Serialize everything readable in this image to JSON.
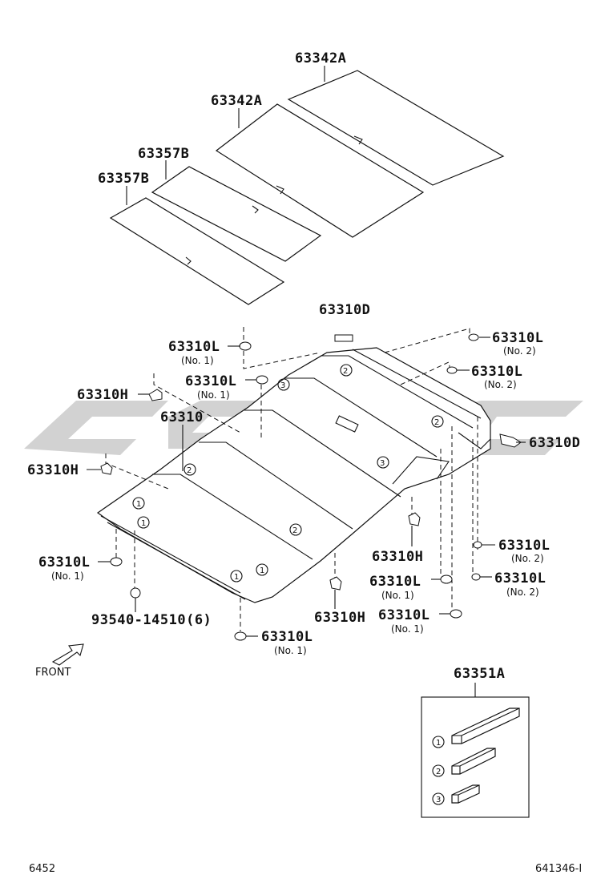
{
  "parts": {
    "silencer_a1": "63342A",
    "silencer_a2": "63342A",
    "silencer_b1": "63357B",
    "silencer_b2": "63357B",
    "headliner": "63310",
    "holder_d_top": "63310D",
    "holder_d_right": "63310D",
    "clip_l_tr1": "63310L",
    "clip_l_tr2": "63310L",
    "clip_l_tl1": "63310L",
    "clip_l_tl2": "63310L",
    "clip_h_l1": "63310H",
    "clip_h_l2": "63310H",
    "clip_l_left": "63310L",
    "screw": "93540-14510(6)",
    "clip_l_bottom": "63310L",
    "clip_h_mid": "63310H",
    "clip_h_bottom": "63310H",
    "clip_l_mid1": "63310L",
    "clip_l_mid2": "63310L",
    "clip_l_r1": "63310L",
    "clip_l_r2": "63310L",
    "pad_set": "63351A"
  },
  "notes": {
    "tr1": "(No. 2)",
    "tr2": "(No. 2)",
    "tl1": "(No. 1)",
    "tl2": "(No. 1)",
    "left": "(No. 1)",
    "bottom": "(No. 1)",
    "mid1": "(No. 1)",
    "mid2": "(No. 1)",
    "r1": "(No. 2)",
    "r2": "(No. 2)"
  },
  "callouts": {
    "one": "1",
    "two": "2",
    "three": "3"
  },
  "direction_label": "FRONT",
  "footer": {
    "left": "6452",
    "right": "641346-I"
  }
}
